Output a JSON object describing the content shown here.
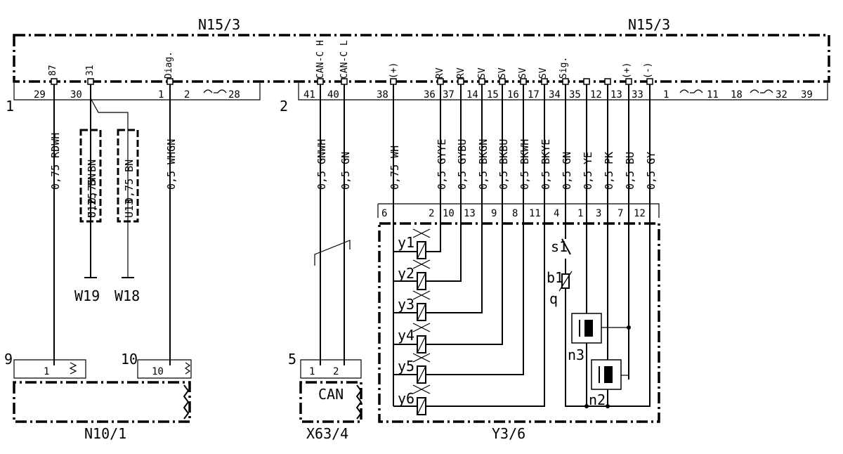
{
  "modules": {
    "n15_left": "N15/3",
    "n15_right": "N15/3",
    "n10": "N10/1",
    "x63": "X63/4",
    "y36": "Y3/6",
    "w19": "W19",
    "w18": "W18",
    "u12": "U12",
    "u13": "U13",
    "can_box": "CAN"
  },
  "connectors": {
    "c1": "1",
    "c2": "2",
    "c9": "9",
    "c10": "10",
    "c5": "5"
  },
  "n15_pins_left": [
    {
      "num": "29",
      "func": "87"
    },
    {
      "num": "30",
      "func": "31"
    },
    {
      "num": "1",
      "func": "Diag."
    },
    {
      "num": "2",
      "func": ""
    },
    {
      "num": "28",
      "func": ""
    }
  ],
  "n15_pins_right": [
    {
      "num": "41",
      "func": "CAN-C H"
    },
    {
      "num": "40",
      "func": "CAN-C L"
    },
    {
      "num": "38",
      "func": "(+)"
    },
    {
      "num": "36",
      "func": "RV"
    },
    {
      "num": "37",
      "func": "RV"
    },
    {
      "num": "14",
      "func": "SV"
    },
    {
      "num": "15",
      "func": "SV"
    },
    {
      "num": "16",
      "func": "SV"
    },
    {
      "num": "17",
      "func": "SV"
    },
    {
      "num": "34",
      "func": "Sig."
    },
    {
      "num": "35",
      "func": ""
    },
    {
      "num": "12",
      "func": ""
    },
    {
      "num": "13",
      "func": "(+)"
    },
    {
      "num": "33",
      "func": "(-)"
    },
    {
      "num": "1",
      "func": ""
    },
    {
      "num": "11",
      "func": ""
    },
    {
      "num": "18",
      "func": ""
    },
    {
      "num": "32",
      "func": ""
    },
    {
      "num": "39",
      "func": ""
    }
  ],
  "wires": [
    {
      "label": "0,75 RDWH"
    },
    {
      "label": "0,75 BN"
    },
    {
      "label": "0,75 BN"
    },
    {
      "label": "0,5 WHGN"
    },
    {
      "label": "0,5 GNWH"
    },
    {
      "label": "0,5 GN"
    },
    {
      "label": "0,75 WH"
    },
    {
      "label": "0,5 GYYE"
    },
    {
      "label": "0,5 GYBU"
    },
    {
      "label": "0,5 BKGN"
    },
    {
      "label": "0,5 BKBU"
    },
    {
      "label": "0,5 BKWH"
    },
    {
      "label": "0,5 BKYE"
    },
    {
      "label": "0,5 GN"
    },
    {
      "label": "0,5 YE"
    },
    {
      "label": "0,5 PK"
    },
    {
      "label": "0,5 BU"
    },
    {
      "label": "0,5 GY"
    }
  ],
  "y36_pins": [
    "6",
    "2",
    "10",
    "13",
    "9",
    "8",
    "11",
    "4",
    "1",
    "3",
    "7",
    "12"
  ],
  "valves": [
    "y1",
    "y2",
    "y3",
    "y4",
    "y5",
    "y6"
  ],
  "sensors": {
    "s1": "s1",
    "b1": "b1",
    "q": "q",
    "n3": "n3",
    "n2": "n2"
  },
  "n10_pins": {
    "p9": "1",
    "p10": "10"
  },
  "x63_pins": {
    "a": "1",
    "b": "2"
  }
}
